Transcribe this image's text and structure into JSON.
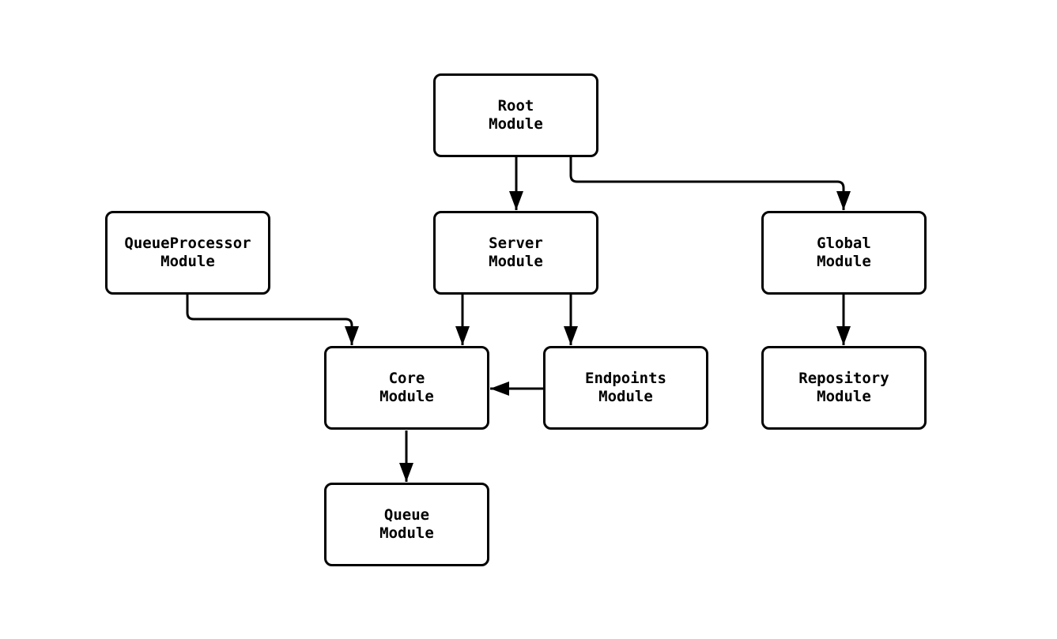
{
  "diagram": {
    "type": "flowchart",
    "nodes": [
      {
        "id": "root",
        "label": "Root\nModule"
      },
      {
        "id": "queue-processor",
        "label": "QueueProcessor\nModule"
      },
      {
        "id": "server",
        "label": "Server\nModule"
      },
      {
        "id": "global",
        "label": "Global\nModule"
      },
      {
        "id": "core",
        "label": "Core\nModule"
      },
      {
        "id": "endpoints",
        "label": "Endpoints\nModule"
      },
      {
        "id": "repository",
        "label": "Repository\nModule"
      },
      {
        "id": "queue",
        "label": "Queue\nModule"
      }
    ],
    "edges": [
      {
        "from": "root",
        "to": "server"
      },
      {
        "from": "root",
        "to": "global"
      },
      {
        "from": "queue-processor",
        "to": "core"
      },
      {
        "from": "server",
        "to": "core"
      },
      {
        "from": "server",
        "to": "endpoints"
      },
      {
        "from": "endpoints",
        "to": "core"
      },
      {
        "from": "global",
        "to": "repository"
      },
      {
        "from": "core",
        "to": "queue"
      }
    ],
    "colors": {
      "background": "#ffffff",
      "node_fill": "#ffffff",
      "node_border": "#000000",
      "edge": "#000000",
      "text": "#000000"
    }
  }
}
